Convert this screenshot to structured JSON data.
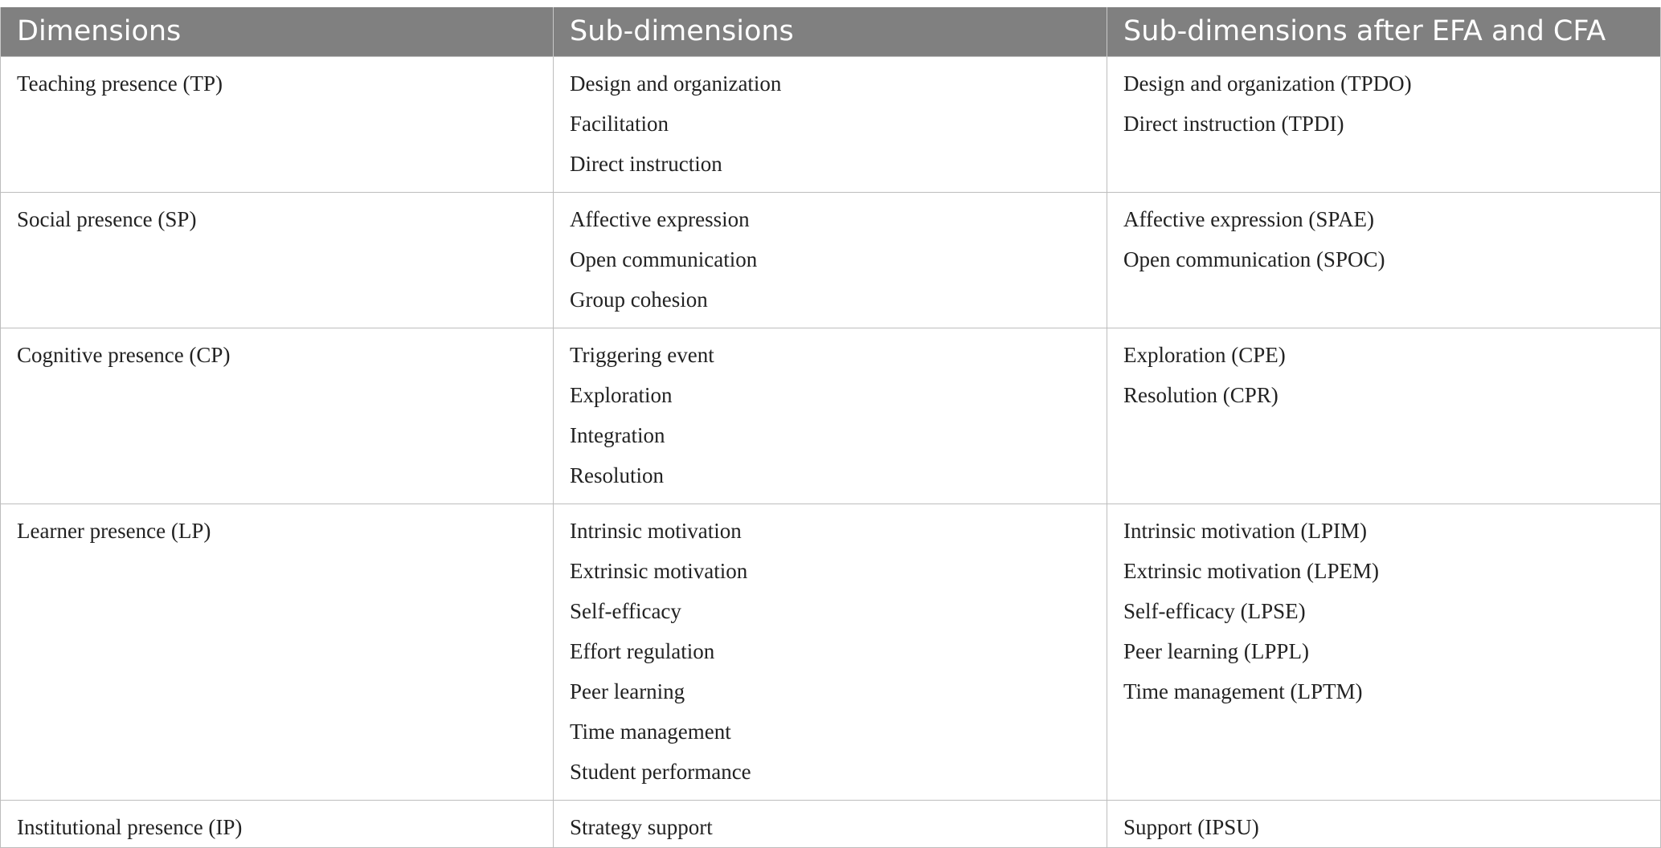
{
  "table": {
    "headers": [
      "Dimensions",
      "Sub-dimensions",
      "Sub-dimensions after EFA and CFA"
    ],
    "rows": [
      {
        "dimension": "Teaching presence (TP)",
        "sub": [
          "Design and organization",
          "Facilitation",
          "Direct instruction"
        ],
        "after": [
          "Design and organization (TPDO)",
          "Direct instruction (TPDI)"
        ]
      },
      {
        "dimension": "Social presence (SP)",
        "sub": [
          "Affective expression",
          "Open communication",
          "Group cohesion"
        ],
        "after": [
          "Affective expression (SPAE)",
          "Open communication (SPOC)"
        ]
      },
      {
        "dimension": "Cognitive presence (CP)",
        "sub": [
          "Triggering event",
          "Exploration",
          "Integration",
          "Resolution"
        ],
        "after": [
          "Exploration (CPE)",
          "Resolution (CPR)"
        ]
      },
      {
        "dimension": "Learner presence (LP)",
        "sub": [
          "Intrinsic motivation",
          "Extrinsic motivation",
          "Self-efficacy",
          "Effort regulation",
          "Peer learning",
          "Time management",
          "Student performance"
        ],
        "after": [
          "Intrinsic motivation (LPIM)",
          "Extrinsic motivation (LPEM)",
          "Self-efficacy (LPSE)",
          "Peer learning (LPPL)",
          "Time management (LPTM)"
        ]
      },
      {
        "dimension": "Institutional presence (IP)",
        "sub": [
          "Strategy support"
        ],
        "after": [
          "Support (IPSU)"
        ]
      }
    ]
  }
}
